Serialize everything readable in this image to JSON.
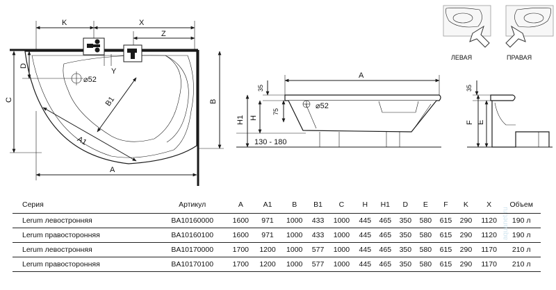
{
  "plan": {
    "labels": {
      "K": "K",
      "X": "X",
      "Z": "Z",
      "D": "D",
      "Y": "Y",
      "C": "C",
      "B": "B",
      "B1": "B1",
      "A1": "A1",
      "A": "A",
      "drain": "⌀52"
    }
  },
  "side_view": {
    "labels": {
      "A": "A",
      "H1": "H1",
      "H": "H",
      "d35": "35",
      "d75": "75",
      "drain": "⌀52",
      "feet": "130 - 180"
    }
  },
  "end_view": {
    "labels": {
      "d35": "35",
      "F": "F",
      "E": "E"
    }
  },
  "orientation": {
    "left_label": "ЛЕВАЯ",
    "right_label": "ПРАВАЯ"
  },
  "table": {
    "headers": [
      "Серия",
      "Артикул",
      "A",
      "A1",
      "B",
      "B1",
      "C",
      "H",
      "H1",
      "D",
      "E",
      "F",
      "K",
      "X",
      "Объем"
    ],
    "rows": [
      [
        "Lerum левостронняя",
        "BA10160000",
        "1600",
        "971",
        "1000",
        "433",
        "1000",
        "445",
        "465",
        "350",
        "580",
        "615",
        "290",
        "1120",
        "190 л"
      ],
      [
        "Lerum правосторонняя",
        "BA10160100",
        "1600",
        "971",
        "1000",
        "433",
        "1000",
        "445",
        "465",
        "350",
        "580",
        "615",
        "290",
        "1120",
        "190 л"
      ],
      [
        "Lerum левостронняя",
        "BA10170000",
        "1700",
        "1200",
        "1000",
        "577",
        "1000",
        "445",
        "465",
        "350",
        "580",
        "615",
        "290",
        "1170",
        "210 л"
      ],
      [
        "Lerum правосторонняя",
        "BA10170100",
        "1700",
        "1200",
        "1000",
        "577",
        "1000",
        "445",
        "465",
        "350",
        "580",
        "615",
        "290",
        "1170",
        "210 л"
      ]
    ]
  },
  "watermark": "aquanet.ru"
}
